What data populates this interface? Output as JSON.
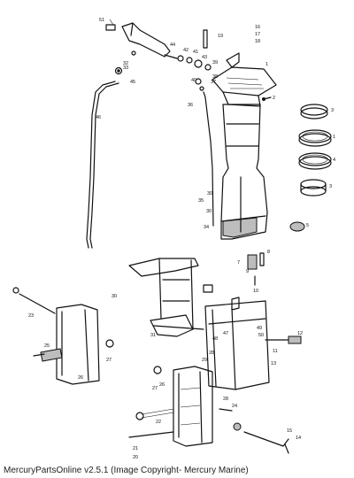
{
  "caption": "MercuryPartsOnline v2.5.1 (Image Copyright- Mercury Marine)",
  "callouts": {
    "c1": "1",
    "c2": "2",
    "c3": "3",
    "c4": "4",
    "c5": "5",
    "c6": "6",
    "c7": "7",
    "c8": "8",
    "c9": "9",
    "c10": "10",
    "c11": "11",
    "c12": "12",
    "c13": "13",
    "c14": "14",
    "c15": "15",
    "c16": "16",
    "c17": "17",
    "c18": "18",
    "c19": "19",
    "c20": "20",
    "c21": "21",
    "c22": "22",
    "c23": "23",
    "c24": "24",
    "c25": "25",
    "c26": "26",
    "c27": "27",
    "c28": "28",
    "c29": "29",
    "c30": "30",
    "c31": "31",
    "c32": "32",
    "c33": "33",
    "c34": "34",
    "c35": "35",
    "c36": "36",
    "c37": "37",
    "c38": "38",
    "c39": "39",
    "c40": "40",
    "c41": "41",
    "c42": "42",
    "c43": "43",
    "c44": "44",
    "c45": "45",
    "c46": "46",
    "c47": "47",
    "c48": "48",
    "c49": "49",
    "c50": "50",
    "c51": "51"
  }
}
